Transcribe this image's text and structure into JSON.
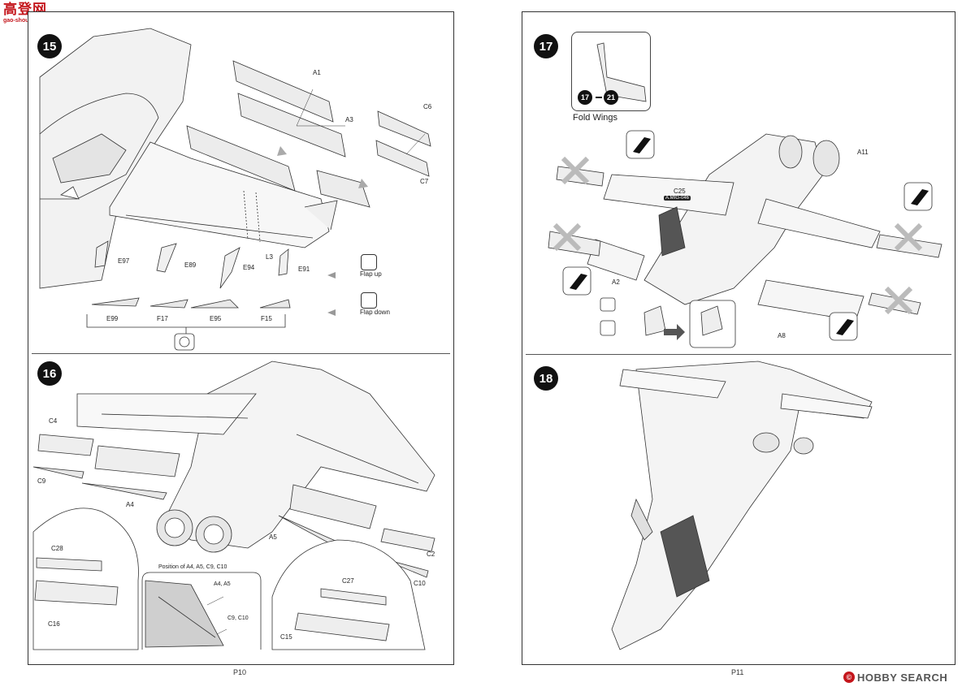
{
  "watermark": {
    "main": "高登网",
    "sub": "gao-shou.com"
  },
  "brand_logo": {
    "text": "HOBBY SEARCH"
  },
  "pages": {
    "left": {
      "number": "P10"
    },
    "right": {
      "number": "P11"
    }
  },
  "steps": {
    "s15": {
      "number": "15",
      "parts": [
        "A1",
        "A3",
        "C6",
        "C7",
        "E97",
        "E89",
        "L3",
        "E94",
        "E91",
        "E99",
        "F17",
        "E95",
        "F15"
      ],
      "flap_up": "Flap up",
      "flap_down": "Flap down"
    },
    "s16": {
      "number": "16",
      "parts": [
        "C4",
        "C9",
        "A4",
        "A5",
        "C2",
        "C10",
        "C28",
        "C16",
        "C27",
        "C15"
      ],
      "position_caption": "Position of A4, A5, C9, C10",
      "inset_label_a": "A4, A5",
      "inset_label_b": "C9, C10"
    },
    "s17": {
      "number": "17",
      "fold_caption": "Fold Wings",
      "range_from": "17",
      "range_to": "21",
      "parts": [
        "A11",
        "C25",
        "A2",
        "A8"
      ],
      "paint_tag": "A.MIG-046"
    },
    "s18": {
      "number": "18"
    }
  }
}
